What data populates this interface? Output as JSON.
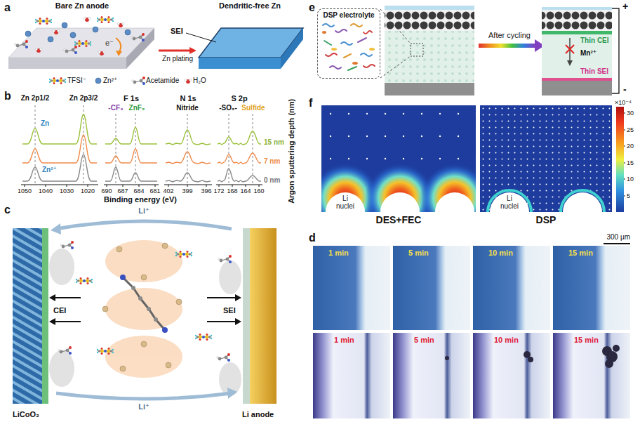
{
  "diagram": {
    "nodes": [
      {
        "text": [
          "Bare Zn anode"
        ]
      },
      {
        "text": [
          "Dendritic-free Zn"
        ]
      },
      {
        "text": [
          "DSP electrolyte"
        ]
      },
      {
        "text": [
          "1 min"
        ]
      },
      {
        "text": [
          "5 min"
        ]
      },
      {
        "text": [
          "10 min"
        ]
      },
      {
        "text": [
          "15 min"
        ]
      },
      {
        "text": [
          "1 min"
        ]
      },
      {
        "text": [
          "5 min"
        ]
      },
      {
        "text": [
          "10 min"
        ]
      },
      {
        "text": [
          "15 min"
        ]
      },
      {
        "text": [
          "Li nuclei",
          "DES+FEC"
        ]
      },
      {
        "text": [
          "Li nuclei",
          "DSP"
        ]
      }
    ],
    "edges": [
      {
        "from": 0,
        "to": 1,
        "label": "Zn plating",
        "arrow": "to"
      }
    ],
    "labels": [
      "a",
      "SEI",
      "e⁻",
      "b",
      "Zn 2p1/2",
      "Zn 2p3/2",
      "F 1s",
      "N 1s",
      "S 2p",
      "Zn",
      "Zn²⁺",
      "-CF₃",
      "ZnF₂",
      "Nitride",
      "-SO₂-",
      "Sulfide",
      "15 nm",
      "7 nm",
      "0 nm",
      "1050",
      "1040",
      "1030",
      "1020",
      "690",
      "687",
      "684",
      "681",
      "402",
      "399",
      "396",
      "172",
      "168",
      "164",
      "160",
      "Binding energy (eV)",
      "Argon sputtering depth (nm)",
      "c",
      "Li⁺",
      "CEI",
      "SEI",
      "Li⁺",
      "LiCoO₂",
      "Li anode",
      "d",
      "300 μm",
      "e",
      "After cycling",
      "Thin CEI",
      "Mn²⁺",
      "Thin SEI",
      "+",
      "-",
      "f",
      "×10⁻⁴",
      "30",
      "25",
      "20",
      "15",
      "10",
      "5"
    ],
    "legend": [
      {
        "text": "TFSI⁻"
      },
      {
        "text": "Zn²⁺"
      },
      {
        "text": "Acetamide"
      },
      {
        "text": "H₂O"
      }
    ]
  }
}
